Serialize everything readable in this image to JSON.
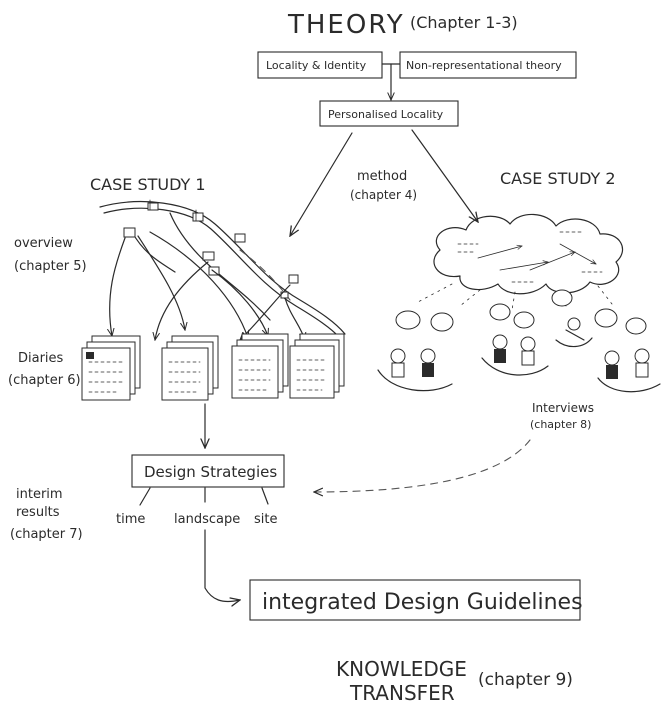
{
  "theory": {
    "title": "THEORY",
    "chapter": "(Chapter 1-3)"
  },
  "concepts": {
    "locality_identity": "Locality & Identity",
    "non_representational": "Non-representational theory",
    "personalised_locality": "Personalised Locality"
  },
  "method": {
    "label": "method",
    "chapter": "(chapter 4)"
  },
  "case_study_1": "CASE STUDY 1",
  "case_study_2": "CASE STUDY 2",
  "overview": {
    "label": "overview",
    "chapter": "(chapter 5)"
  },
  "diaries": {
    "label": "Diaries",
    "chapter": "(chapter 6)"
  },
  "interviews": {
    "label": "Interviews",
    "chapter": "(chapter 8)"
  },
  "interim": {
    "label1": "interim",
    "label2": "results",
    "chapter": "(chapter 7)"
  },
  "design_strategies": {
    "title": "Design Strategies",
    "items": [
      "time",
      "landscape",
      "site"
    ]
  },
  "guidelines": "integrated Design Guidelines",
  "knowledge_transfer": {
    "line1": "KNOWLEDGE",
    "line2": "TRANSFER",
    "chapter": "(chapter 9)"
  },
  "colors": {
    "ink": "#2b2b2b",
    "background": "#ffffff"
  }
}
